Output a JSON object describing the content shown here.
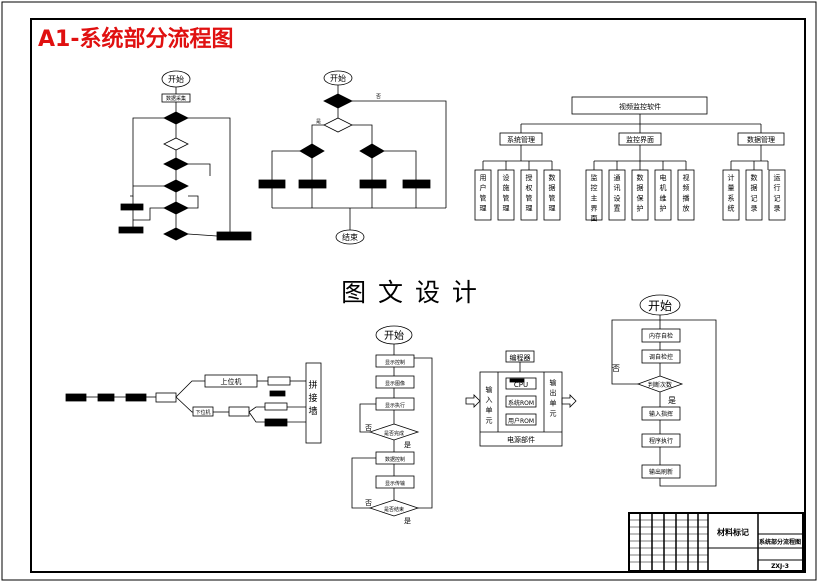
{
  "title": "A1-系统部分流程图",
  "center_title": "图 文 设 计",
  "flow1": {
    "start": "开始",
    "first": "数据采集"
  },
  "flow2": {
    "start": "开始",
    "end": "结束",
    "no": "否",
    "yes": "是"
  },
  "tree": {
    "root": "视频监控软件",
    "groups": [
      {
        "label": "系统管理",
        "leaves": [
          "用户管理",
          "设施管理",
          "授权管理",
          "数据管理"
        ]
      },
      {
        "label": "监控界面",
        "leaves": [
          "监控主界面",
          "通讯设置",
          "数据保护",
          "电机维护",
          "视频播放"
        ]
      },
      {
        "label": "数据管理",
        "leaves": [
          "计量系统",
          "数据记录",
          "运行记录"
        ]
      }
    ]
  },
  "flow3": {
    "upper": "上位机",
    "lower": "下位机",
    "wall": "拼接墙"
  },
  "flow4": {
    "start": "开始",
    "steps": [
      "显示控制",
      "显示图像",
      "显示执行",
      "数据控制",
      "显示传输"
    ],
    "decision1": "是否完成",
    "decision2": "是否结束",
    "no": "否",
    "yes": "是"
  },
  "hardware": {
    "top": "编程器",
    "input": "输入单元",
    "output": "输出单元",
    "cpu": "CPU",
    "rom": "系统ROM",
    "ram": "用户ROM",
    "bottom": "电源部件"
  },
  "flow5": {
    "start": "开始",
    "steps": [
      "内存自检",
      "调自检控"
    ],
    "decision": "判断次数",
    "after": [
      "输入指挥",
      "程序执行",
      "输出刷新"
    ],
    "no": "否",
    "yes": "是"
  },
  "titleblock": {
    "material": "材料标记",
    "name": "系统部分流程图",
    "code": "ZXJ-3"
  }
}
